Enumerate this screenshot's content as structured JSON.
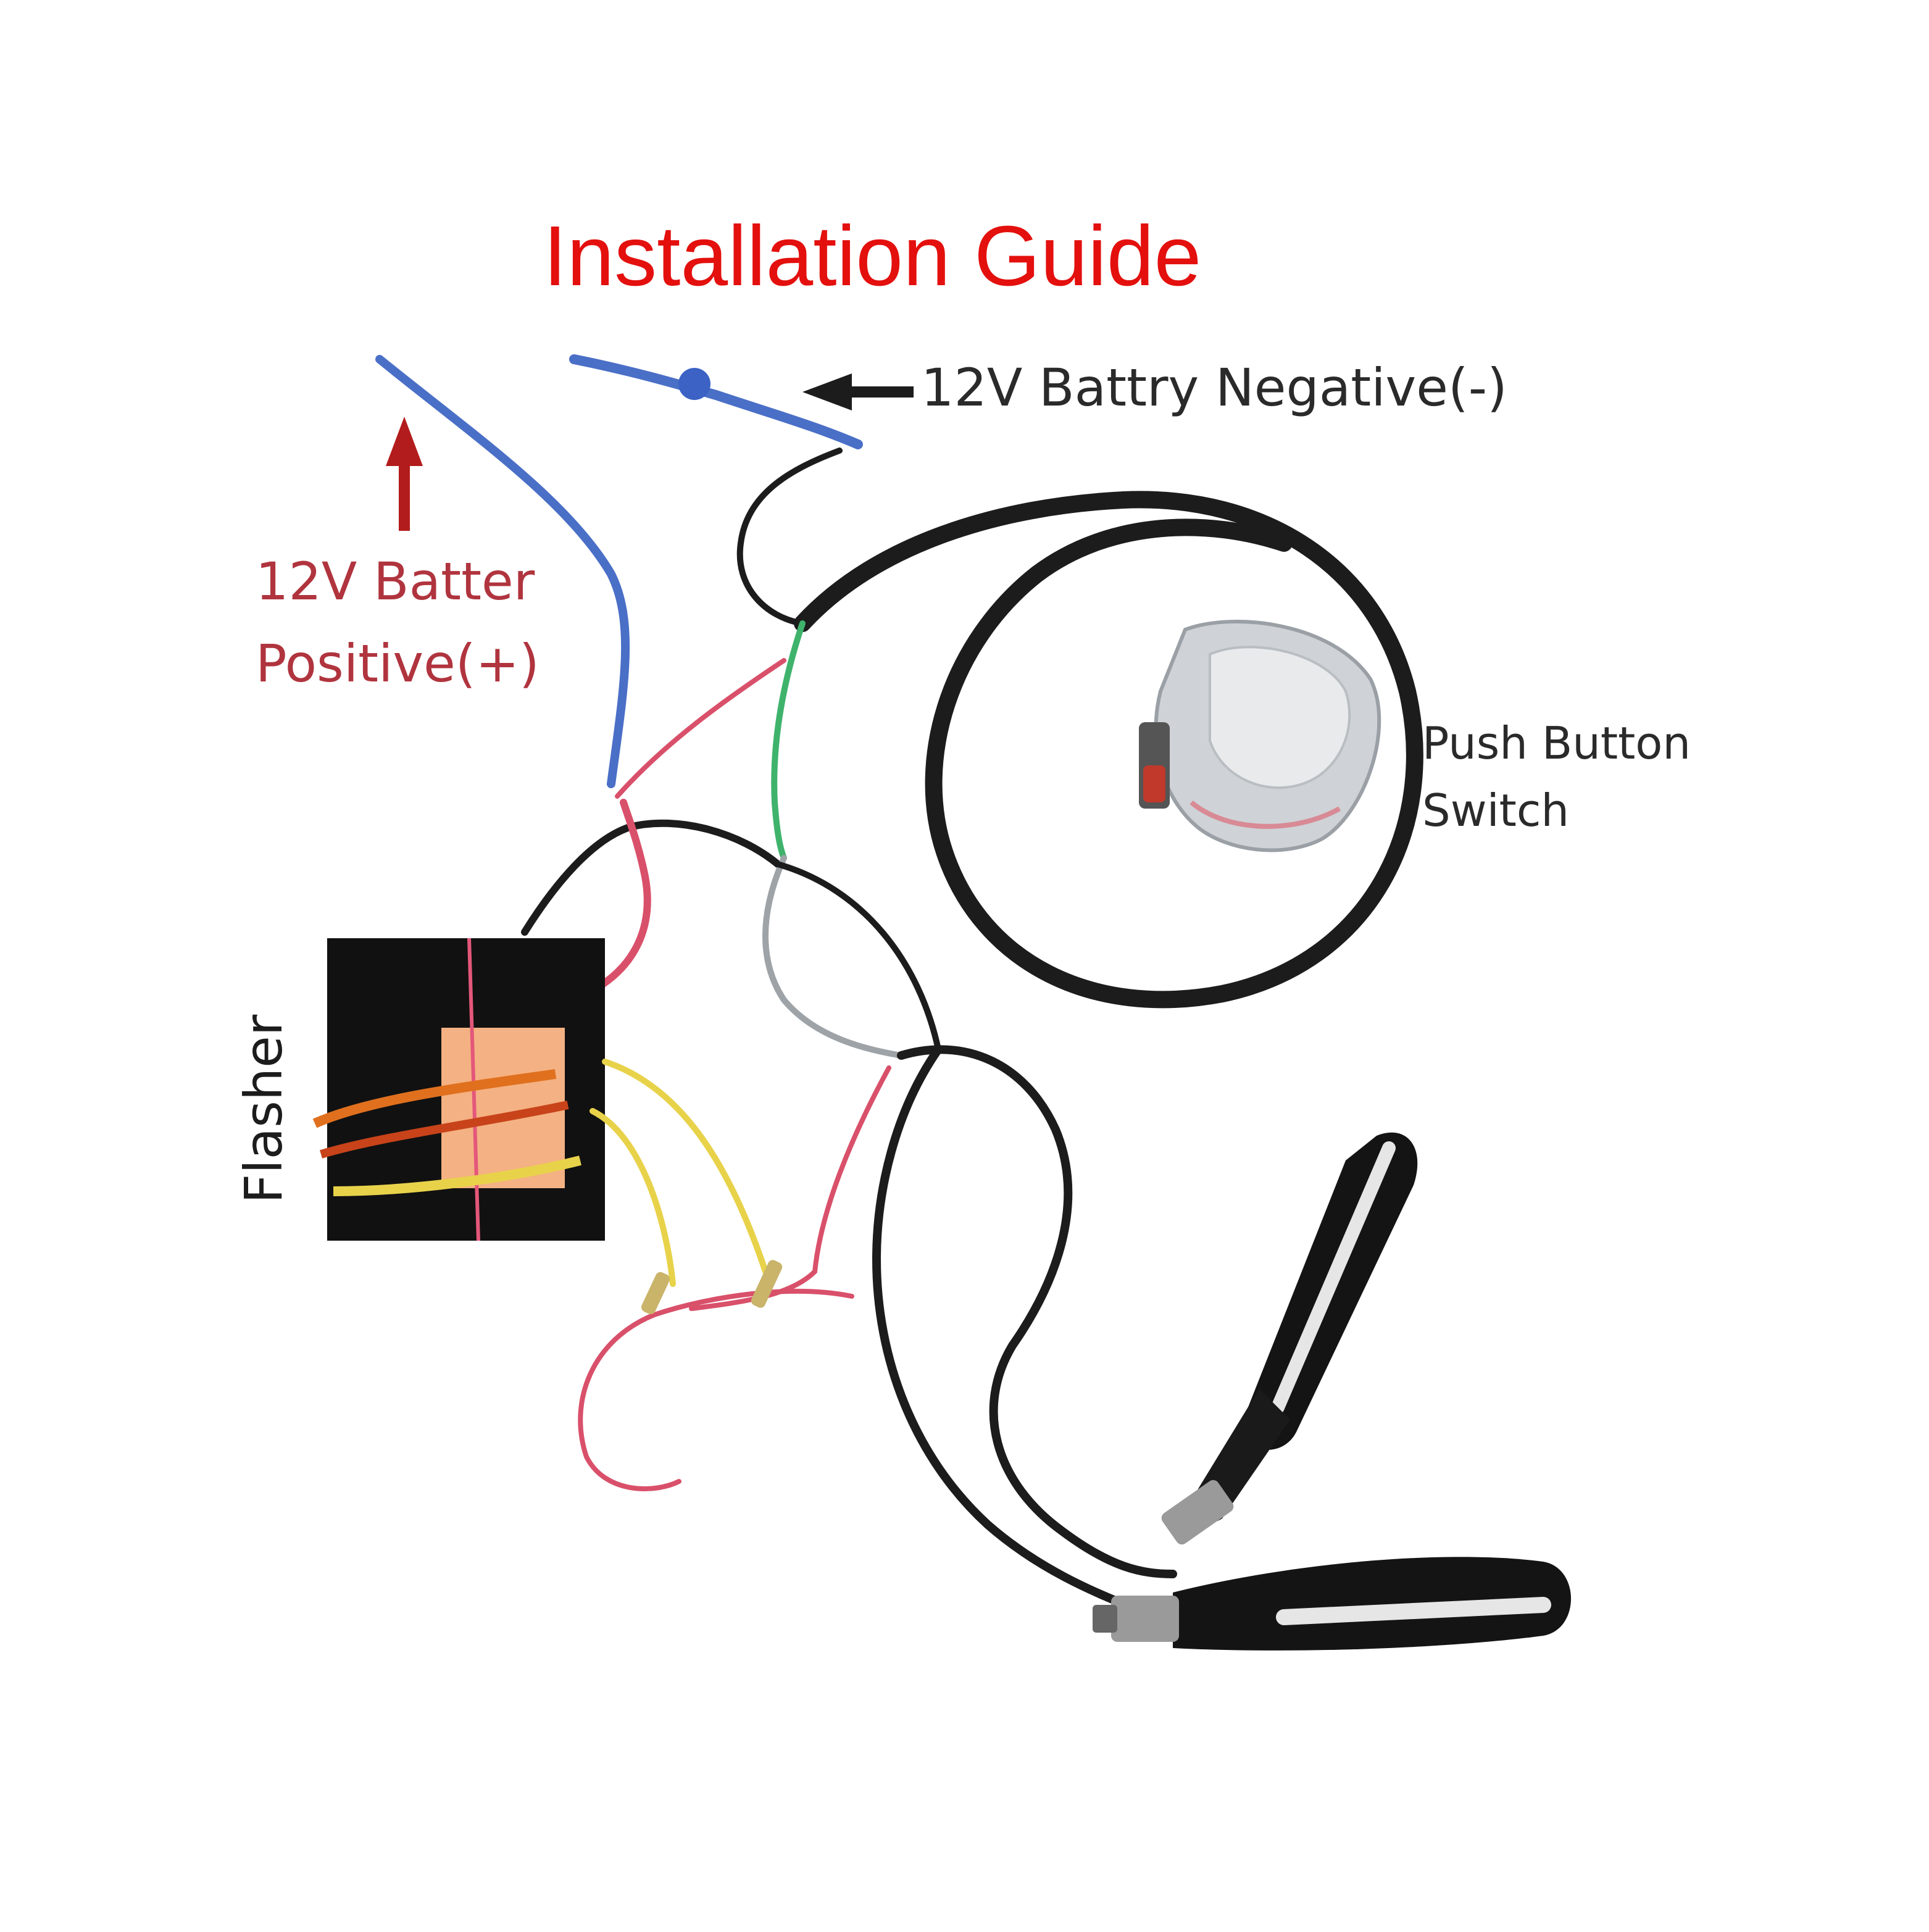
{
  "title": "Installation  Guide",
  "labels": {
    "battery_negative": "12V Battry Negative(-)",
    "battery_positive_line1": "12V Batter",
    "battery_positive_line2": "Positive(+)",
    "push_button_line1": "Push Button",
    "push_button_line2": "Switch",
    "flasher": "Flasher"
  },
  "colors": {
    "title": "#e3100e",
    "label_dark": "#2a2a2a",
    "label_positive": "#b0343e",
    "arrow_red": "#b31c1c",
    "wire_blue": "#4a6fc7",
    "wire_black": "#1c1c1c",
    "wire_red": "#d9506a",
    "wire_green": "#3fb36c",
    "wire_yellow": "#e8d24a",
    "wire_orange": "#e0701e"
  }
}
